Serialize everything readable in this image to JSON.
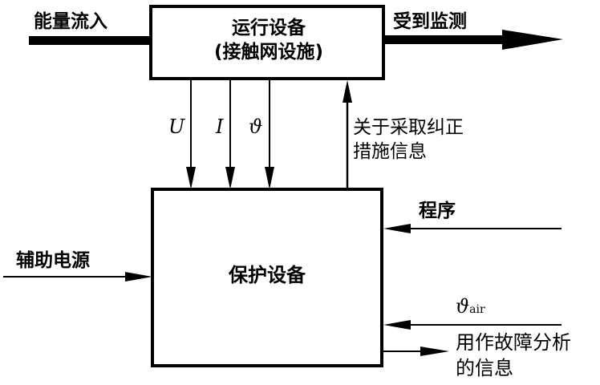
{
  "diagram": {
    "operating_equipment": {
      "line1": "运行设备",
      "line2": "(接触网设施)"
    },
    "protection_equipment": {
      "label": "保护设备"
    },
    "energy_in": "能量流入",
    "monitored": "受到监测",
    "signals": {
      "voltage": "U",
      "current": "I",
      "temperature": "ϑ"
    },
    "corrective_info": {
      "line1": "关于采取纠正",
      "line2": "措施信息"
    },
    "aux_power": "辅助电源",
    "program": "程序",
    "ambient_temp": {
      "symbol": "ϑ",
      "subscript": "air"
    },
    "fault_info": {
      "line1": "用作故障分析",
      "line2": "的信息"
    }
  }
}
